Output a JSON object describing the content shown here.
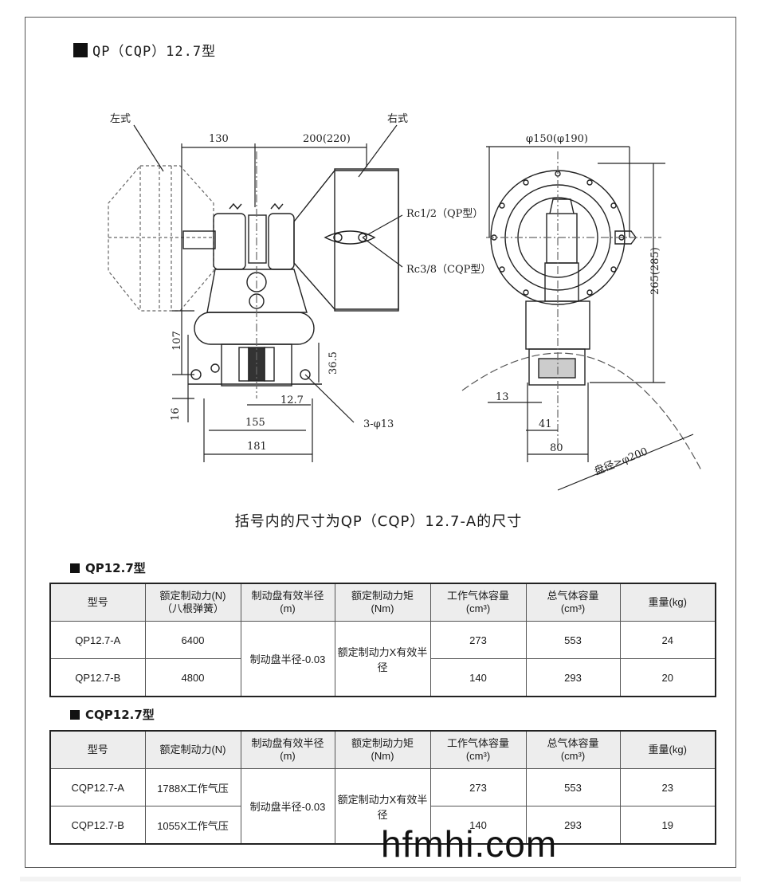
{
  "title": "QP（CQP）12.7型",
  "drawing": {
    "labels": {
      "left_style": "左式",
      "right_style": "右式",
      "dim_130": "130",
      "dim_200": "200(220)",
      "dim_phi150": "φ150(φ190)",
      "rc12": "Rc1/2（QP型）",
      "rc38": "Rc3/8（CQP型）",
      "dim_265": "265(285)",
      "dim_107": "107",
      "dim_365": "36.5",
      "dim_127": "12.7",
      "dim_16": "16",
      "dim_155": "155",
      "dim_181": "181",
      "holes": "3-φ13",
      "dim_13": "13",
      "dim_41": "41",
      "dim_80": "80",
      "disc": "盘径≥φ200"
    }
  },
  "caption": "括号内的尺寸为QP（CQP）12.7-A的尺寸",
  "qp_section": {
    "title": "QP12.7型",
    "headers": [
      "型号",
      "额定制动力(N)\n（八根弹簧）",
      "制动盘有效半径\n(m)",
      "额定制动力矩\n(Nm)",
      "工作气体容量\n(cm³)",
      "总气体容量\n(cm³)",
      "重量(kg)"
    ],
    "shared_radius": "制动盘半径-0.03",
    "shared_torque": "额定制动力X有效半径",
    "rows": [
      {
        "model": "QP12.7-A",
        "force": "6400",
        "work_gas": "273",
        "total_gas": "553",
        "weight": "24"
      },
      {
        "model": "QP12.7-B",
        "force": "4800",
        "work_gas": "140",
        "total_gas": "293",
        "weight": "20"
      }
    ]
  },
  "cqp_section": {
    "title": "CQP12.7型",
    "headers": [
      "型号",
      "额定制动力(N)",
      "制动盘有效半径\n(m)",
      "额定制动力矩\n(Nm)",
      "工作气体容量\n(cm³)",
      "总气体容量\n(cm³)",
      "重量(kg)"
    ],
    "shared_radius": "制动盘半径-0.03",
    "shared_torque": "额定制动力X有效半径",
    "rows": [
      {
        "model": "CQP12.7-A",
        "force": "1788X工作气压",
        "work_gas": "273",
        "total_gas": "553",
        "weight": "23"
      },
      {
        "model": "CQP12.7-B",
        "force": "1055X工作气压",
        "work_gas": "140",
        "total_gas": "293",
        "weight": "19"
      }
    ]
  },
  "watermark": "hfmhi.com"
}
